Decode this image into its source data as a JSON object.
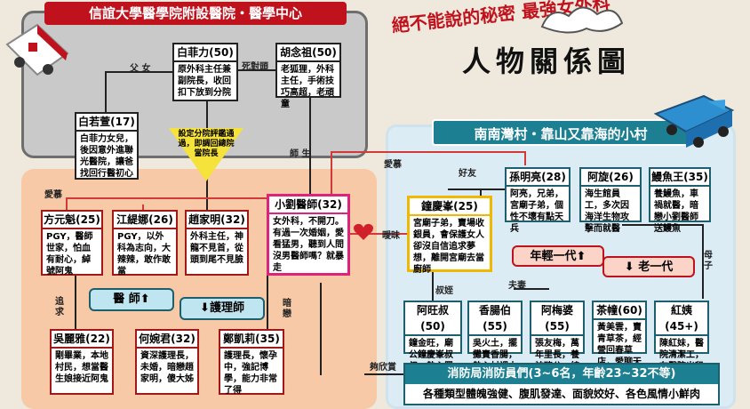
{
  "logo_text": "絕不能說的秘密 最強女外科",
  "title": "人物關係圖",
  "hospital": {
    "title": "信誼大學醫學院附設醫院・醫學中心"
  },
  "village": {
    "title": "南南灣村・靠山又靠海的小村"
  },
  "chars": {
    "bai_feili": {
      "name": "白菲力(50)",
      "desc": "原外科主任兼副院長，收回扣下放到分院"
    },
    "hu_nianzu": {
      "name": "胡念祖(50)",
      "desc": "老狐狸，外科主任，手術技巧高超，老頑童"
    },
    "bai_ruoxuan": {
      "name": "白若萱(17)",
      "desc": "白菲力女兒，後因意外進聯光醫院，讓爸找回行醫初心"
    },
    "xiaoliu": {
      "name": "小劉醫師(32)",
      "desc": "女外科，不開刀。有過一次婚姻，愛看猛男，聽到人問沒男醫師嗎？就暴走"
    },
    "fang_yuankui": {
      "name": "方元魁(25)",
      "desc": "PGY，醫師世家，怕血有耐心，綽號阿鬼"
    },
    "jiang_timing": {
      "name": "江緹娜(26)",
      "desc": "PGY，以外科為志向，大辣辣，敢作敢當"
    },
    "zhao_jiaming": {
      "name": "趙家明(32)",
      "desc": "外科主任，神龍不見首，從頭到尾不見臉"
    },
    "wu_liya": {
      "name": "吳麗雅(22)",
      "desc": "剛畢業，本地村民，想當醫生娘接近阿鬼"
    },
    "he_wanjun": {
      "name": "何婉君(32)",
      "desc": "資深護理長，未婚，暗戀趙家明，傻大姊"
    },
    "zheng_kaili": {
      "name": "鄭凱莉(35)",
      "desc": "護理長，懷孕中，強記博學，能力非常了得"
    },
    "zhong_qingfeng": {
      "name": "鐘慶峯(25)",
      "desc": "宮廟子弟，賣場收銀員，會保護女人卻沒自信追求夢想，離開宮廟去當廚師"
    },
    "sun_mingliang": {
      "name": "孫明亮(28)",
      "desc": "阿亮，兄弟，宮廟子弟，個性不壞有點天兵"
    },
    "a_xuan": {
      "name": "阿旋(26)",
      "desc": "海生館員工，多次因海洋生物攻擊而就醫"
    },
    "eel_king": {
      "name": "鰻魚王(35)",
      "desc": "養鰻魚，車禍就醫，暗戀小劉醫師送鰻魚"
    },
    "a_wang_shu": {
      "name": "阿旺叔(50)",
      "desc": "鐘金旺，廟公鐘慶峯叔叔，熱心罵信神明"
    },
    "xiang_bo": {
      "name": "香腸伯(55)",
      "desc": "吳火土，擺攤賣香腸，熱心村裡大小事"
    },
    "a_mei_po": {
      "name": "阿梅婆(55)",
      "desc": "張友梅，萬年里長，養神豬公，純樸信天"
    },
    "cha_zhong": {
      "name": "茶幢(60)",
      "desc": "黃美雲，賣青草茶，經營回春草店，愛聊天"
    },
    "hong_yi": {
      "name": "紅姨(45+)",
      "desc": "陳紅妹，醫院清潔工，在醫院出租板凳"
    }
  },
  "triangle_text": "設定分院評鑑通過，即調回總院當院長",
  "buttons": {
    "doctor": "醫 師⬆",
    "nurse": "⬇護理師",
    "young": "年輕一代⬆",
    "old": "⬇ 老一代"
  },
  "fire": {
    "name": "消防局消防員們(3~6名，年齡23~32不等)",
    "desc": "各種類型體魄強健、腹肌發達、面貌姣好、各色風情小鮮肉"
  },
  "labels": {
    "father_daughter": "父 女",
    "rivals": "死對頭",
    "mentor": "師 生",
    "love1": "愛慕",
    "love2": "愛慕",
    "flirt": "曖昧",
    "pursue": "追求",
    "crush": "暗戀",
    "friend": "好友",
    "uncle": "叔姪",
    "couple": "夫妻",
    "mother_son": "母子",
    "admire": "夠欣賞"
  }
}
